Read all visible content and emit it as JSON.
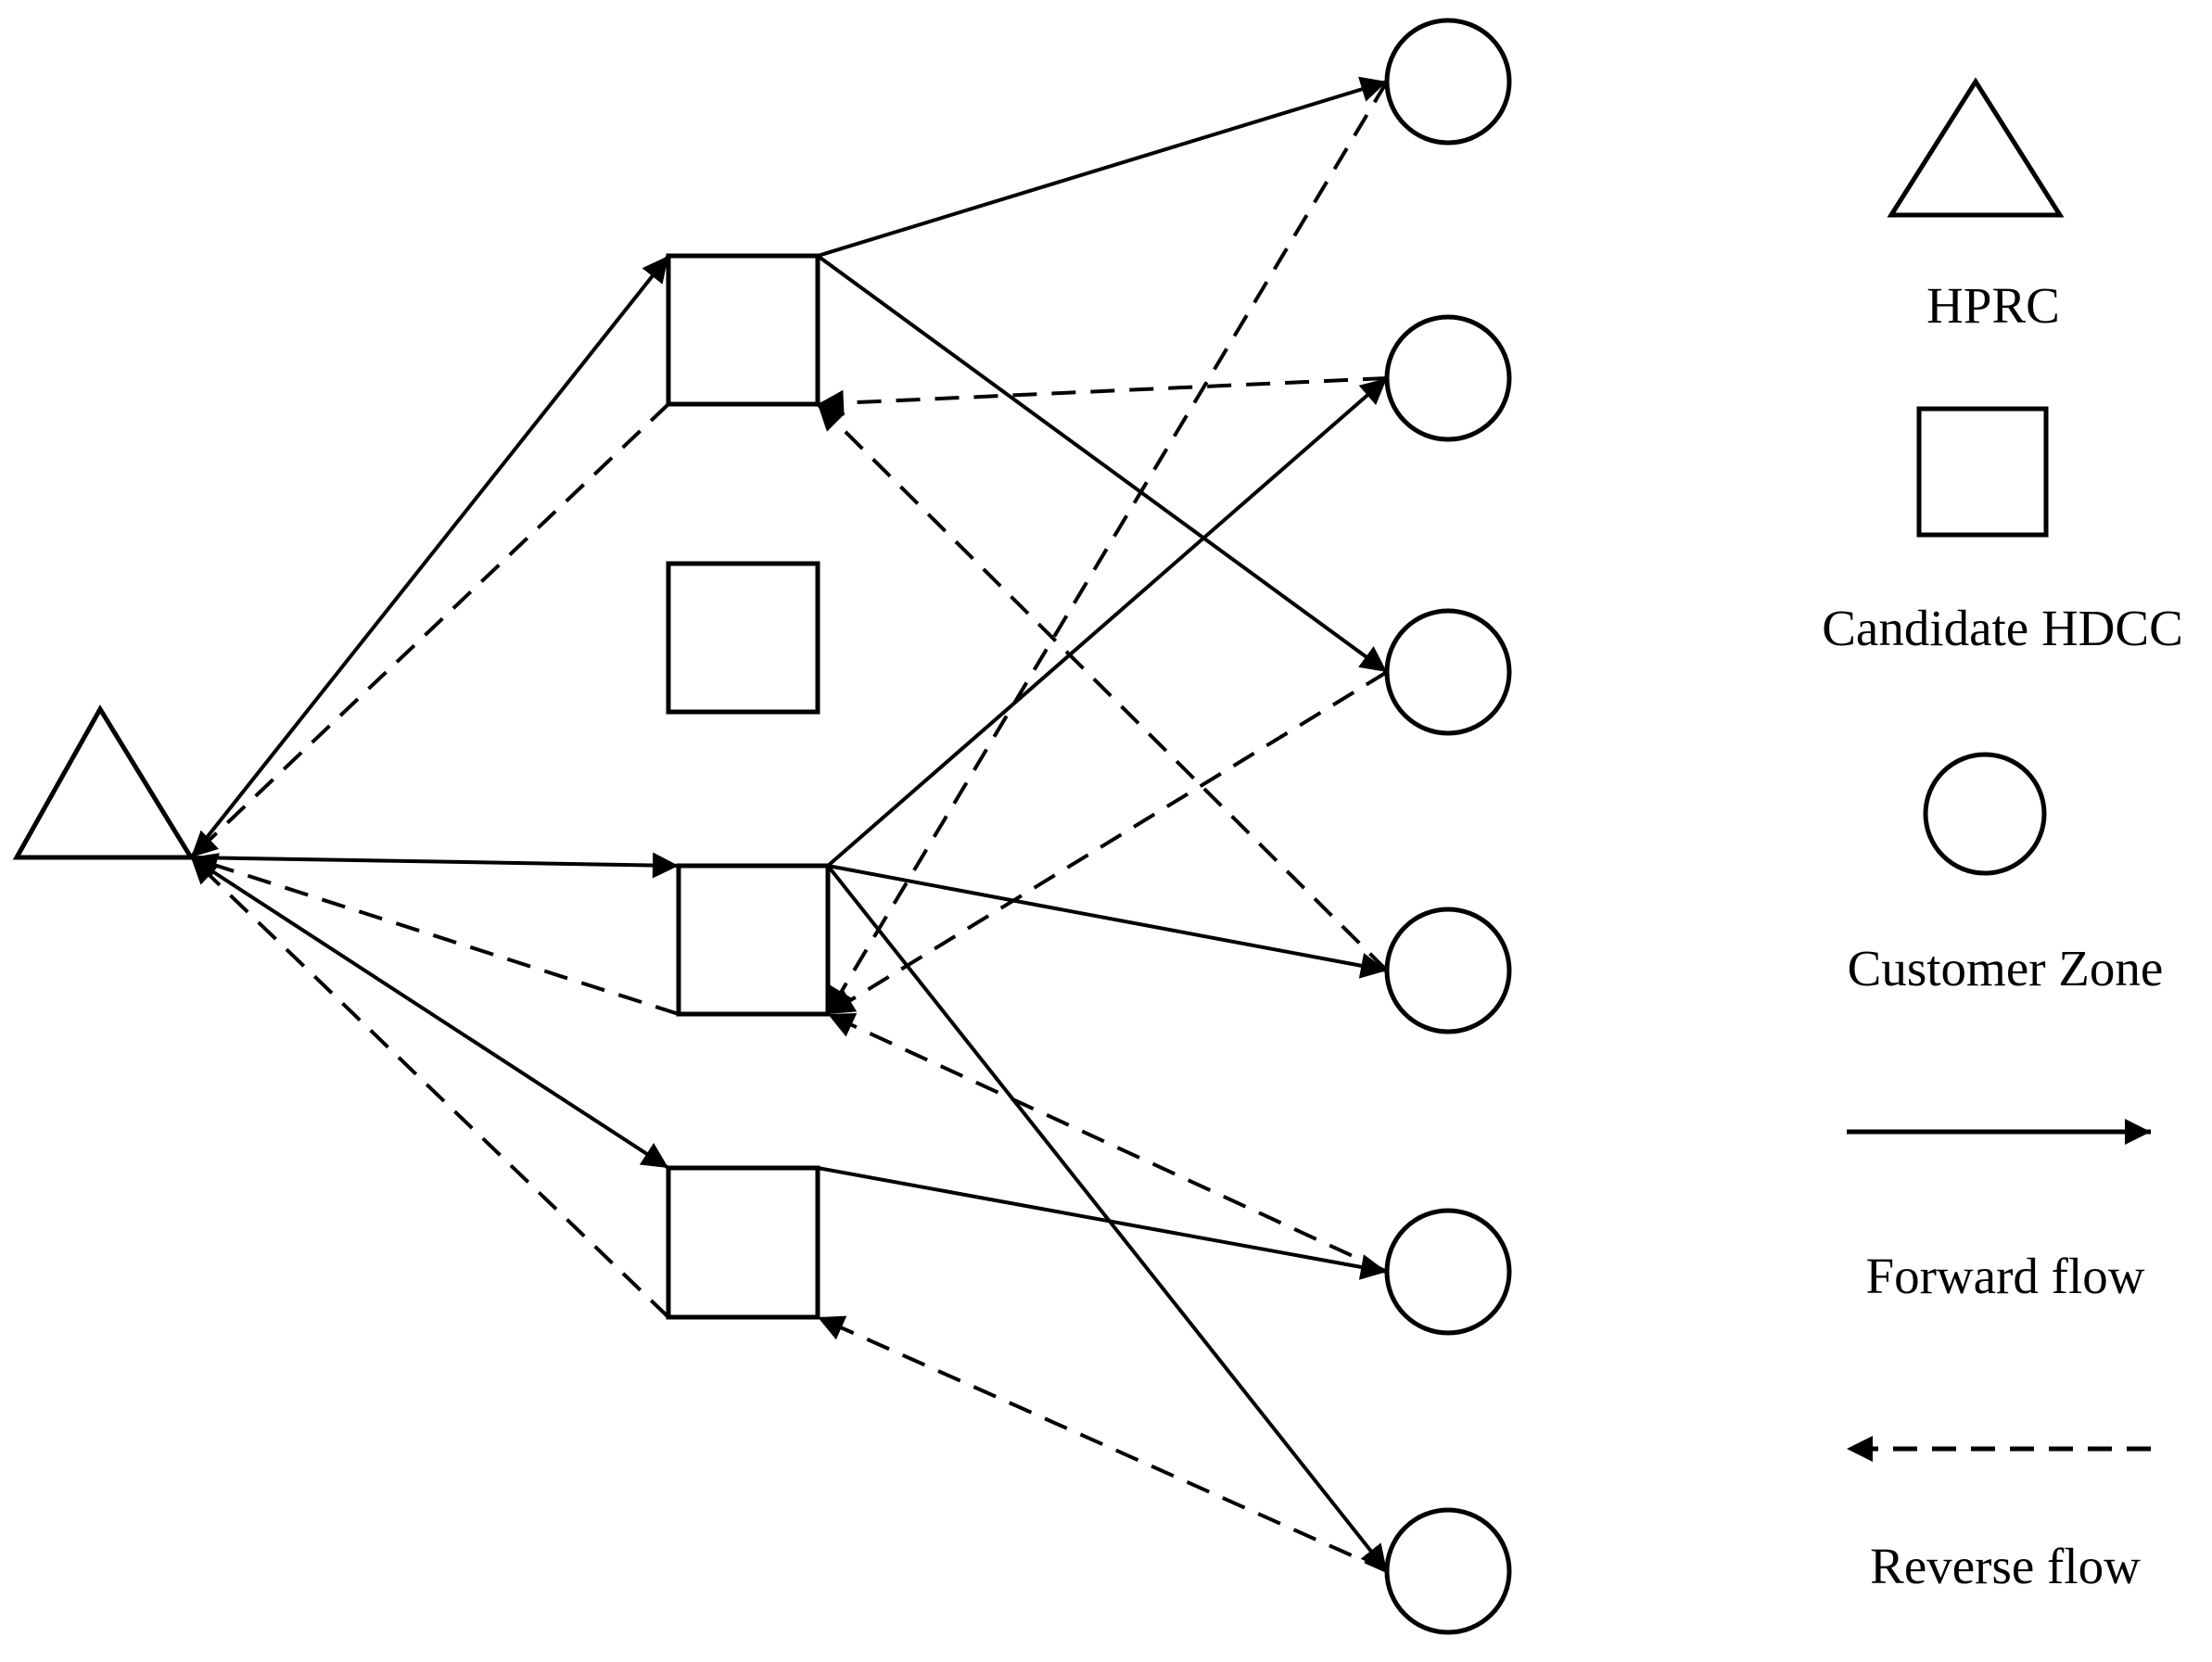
{
  "legend": {
    "hprc_label": "HPRC",
    "hdcc_label": "Candidate HDCC",
    "customer_label": "Customer Zone",
    "forward_label": "Forward flow",
    "reverse_label": "Reverse flow"
  },
  "nodes": {
    "hprc": {
      "id": "hprc"
    },
    "hdcc": [
      {
        "id": "hdcc-1"
      },
      {
        "id": "hdcc-2"
      },
      {
        "id": "hdcc-3"
      },
      {
        "id": "hdcc-4"
      }
    ],
    "customers": [
      {
        "id": "cz-1"
      },
      {
        "id": "cz-2"
      },
      {
        "id": "cz-3"
      },
      {
        "id": "cz-4"
      },
      {
        "id": "cz-5"
      },
      {
        "id": "cz-6"
      }
    ]
  },
  "flows": [
    {
      "from": "hprc",
      "to": "hdcc-1",
      "type": "forward"
    },
    {
      "from": "hdcc-1",
      "to": "hprc",
      "type": "reverse"
    },
    {
      "from": "hprc",
      "to": "hdcc-3",
      "type": "forward"
    },
    {
      "from": "hdcc-3",
      "to": "hprc",
      "type": "reverse"
    },
    {
      "from": "hprc",
      "to": "hdcc-4",
      "type": "forward"
    },
    {
      "from": "hdcc-4",
      "to": "hprc",
      "type": "reverse"
    },
    {
      "from": "hdcc-1",
      "to": "cz-1",
      "type": "forward"
    },
    {
      "from": "hdcc-1",
      "to": "cz-3",
      "type": "forward"
    },
    {
      "from": "cz-2",
      "to": "hdcc-1",
      "type": "reverse"
    },
    {
      "from": "cz-4",
      "to": "hdcc-1",
      "type": "reverse"
    },
    {
      "from": "hdcc-3",
      "to": "cz-2",
      "type": "forward"
    },
    {
      "from": "hdcc-3",
      "to": "cz-4",
      "type": "forward"
    },
    {
      "from": "hdcc-3",
      "to": "cz-6",
      "type": "forward"
    },
    {
      "from": "cz-1",
      "to": "hdcc-3",
      "type": "reverse"
    },
    {
      "from": "cz-3",
      "to": "hdcc-3",
      "type": "reverse"
    },
    {
      "from": "cz-5",
      "to": "hdcc-3",
      "type": "reverse"
    },
    {
      "from": "hdcc-4",
      "to": "cz-5",
      "type": "forward"
    },
    {
      "from": "cz-6",
      "to": "hdcc-4",
      "type": "reverse"
    }
  ],
  "colors": {
    "stroke": "#000000",
    "background": "#ffffff"
  }
}
